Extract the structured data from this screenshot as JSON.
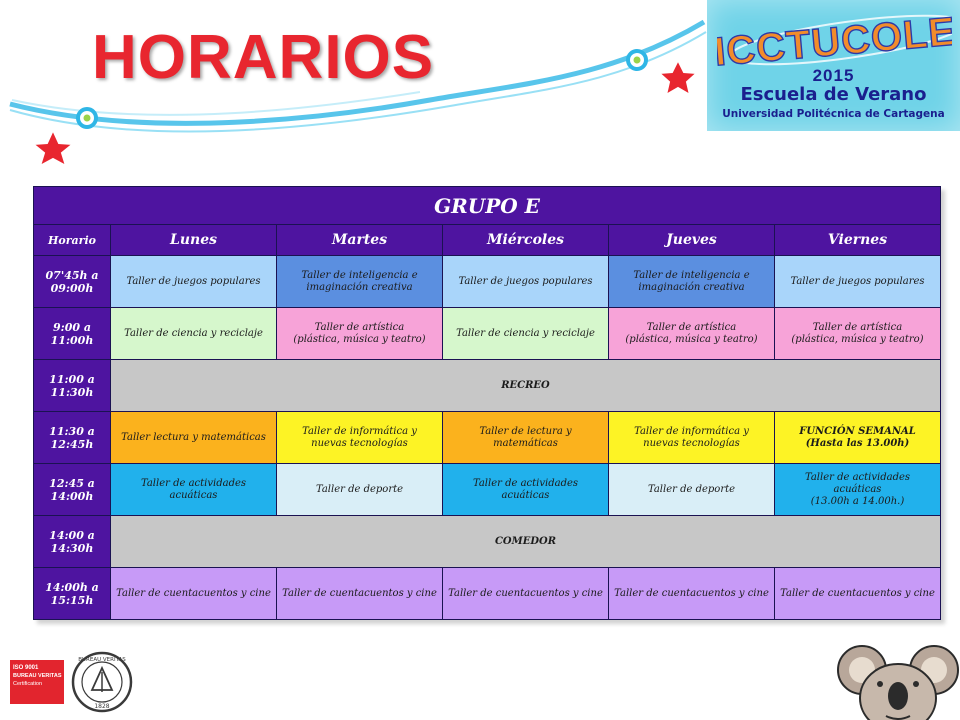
{
  "page": {
    "title": "HORARIOS"
  },
  "logo": {
    "wordmark": "ICCTUCOLE",
    "year": "2015",
    "line1": "Escuela de Verano",
    "line2": "Universidad Politécnica de Cartagena"
  },
  "schedule": {
    "group": "GRUPO E",
    "headers": [
      "Horario",
      "Lunes",
      "Martes",
      "Miércoles",
      "Jueves",
      "Viernes"
    ],
    "rows": [
      {
        "time": [
          "07'45h a",
          "09:00h"
        ],
        "cells": [
          {
            "lines": [
              "Taller de juegos populares"
            ],
            "color": "blue"
          },
          {
            "lines": [
              "Taller de inteligencia e",
              "imaginación creativa"
            ],
            "color": "mblue"
          },
          {
            "lines": [
              "Taller de juegos populares"
            ],
            "color": "blue"
          },
          {
            "lines": [
              "Taller de inteligencia e",
              "imaginación creativa"
            ],
            "color": "mblue"
          },
          {
            "lines": [
              "Taller de juegos populares"
            ],
            "color": "blue"
          }
        ]
      },
      {
        "time": [
          "9:00 a",
          "11:00h"
        ],
        "cells": [
          {
            "lines": [
              "Taller de ciencia y reciclaje"
            ],
            "color": "green"
          },
          {
            "lines": [
              "Taller de artística",
              "(plástica, música y teatro)"
            ],
            "color": "pink"
          },
          {
            "lines": [
              "Taller de ciencia y reciclaje"
            ],
            "color": "green"
          },
          {
            "lines": [
              "Taller de artística",
              "(plástica, música y teatro)"
            ],
            "color": "pink"
          },
          {
            "lines": [
              "Taller de artística",
              "(plástica, música y teatro)"
            ],
            "color": "pink"
          }
        ]
      },
      {
        "time": [
          "11:00 a",
          "11:30h"
        ],
        "span": "RECREO"
      },
      {
        "time": [
          "11:30 a",
          "12:45h"
        ],
        "cells": [
          {
            "lines": [
              "Taller lectura y matemáticas"
            ],
            "color": "orange"
          },
          {
            "lines": [
              "Taller de informática y",
              "nuevas tecnologías"
            ],
            "color": "yellow"
          },
          {
            "lines": [
              "Taller de lectura y",
              "matemáticas"
            ],
            "color": "orange"
          },
          {
            "lines": [
              "Taller de informática y",
              "nuevas tecnologías"
            ],
            "color": "yellow"
          },
          {
            "lines": [
              "FUNCIÓN SEMANAL",
              "(Hasta las 13.00h)"
            ],
            "color": "yellow",
            "bold": true
          }
        ]
      },
      {
        "time": [
          "12:45 a",
          "14:00h"
        ],
        "cells": [
          {
            "lines": [
              "Taller de actividades",
              "acuáticas"
            ],
            "color": "cyan"
          },
          {
            "lines": [
              "Taller de deporte"
            ],
            "color": "ice"
          },
          {
            "lines": [
              "Taller de actividades",
              "acuáticas"
            ],
            "color": "cyan"
          },
          {
            "lines": [
              "Taller de deporte"
            ],
            "color": "ice"
          },
          {
            "lines": [
              "Taller de actividades",
              "acuáticas",
              "(13.00h a 14.00h.)"
            ],
            "color": "cyan"
          }
        ]
      },
      {
        "time": [
          "14:00 a",
          "14:30h"
        ],
        "span": "COMEDOR"
      },
      {
        "time": [
          "14:00h a",
          "15:15h"
        ],
        "cells": [
          {
            "lines": [
              "Taller de cuentacuentos y cine"
            ],
            "color": "lilac"
          },
          {
            "lines": [
              "Taller de cuentacuentos y cine"
            ],
            "color": "lilac"
          },
          {
            "lines": [
              "Taller de cuentacuentos y cine"
            ],
            "color": "lilac"
          },
          {
            "lines": [
              "Taller de cuentacuentos y cine"
            ],
            "color": "lilac"
          },
          {
            "lines": [
              "Taller de cuentacuentos y cine"
            ],
            "color": "lilac"
          }
        ]
      }
    ]
  },
  "footer": {
    "iso_lines": [
      "ISO 9001",
      "BUREAU VERITAS",
      "Certification"
    ],
    "seal_text": "BUREAU VERITAS",
    "seal_year": "1828"
  },
  "colors": {
    "title": "#e8262f",
    "table_header": "#4e14a0",
    "logo_bg": "#6fd3e8"
  }
}
